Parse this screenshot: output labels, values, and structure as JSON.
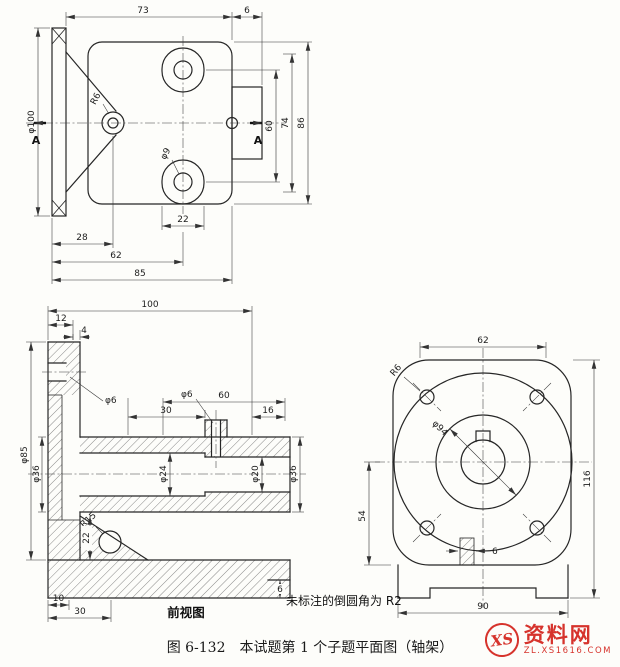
{
  "caption": "图 6-132　本试题第 1 个子题平面图（轴架）",
  "note": "未标注的倒圆角为 R2",
  "front_view_label": "前视图",
  "top_view": {
    "section_a_left": "A",
    "section_a_right": "A",
    "dims": {
      "w73": "73",
      "w6": "6",
      "h60": "60",
      "h74": "74",
      "h86": "86",
      "dia100": "φ100",
      "r6": "R6",
      "dia9": "φ9",
      "slot22": "22",
      "b28": "28",
      "b62": "62",
      "b85": "85"
    }
  },
  "front_view": {
    "dims": {
      "w100": "100",
      "w12": "12",
      "w4": "4",
      "m30": "30",
      "m60": "60",
      "m16": "16",
      "dia6_flange": "φ6",
      "dia6_boss": "φ6",
      "dia85": "φ85",
      "dia36_left": "φ36",
      "dia24": "φ24",
      "dia20": "φ20",
      "dia36_right": "φ36",
      "r15": "R15",
      "v22": "22",
      "b10": "10",
      "b30": "30",
      "t6": "6"
    }
  },
  "side_view": {
    "dims": {
      "t62": "62",
      "r6": "R6",
      "dia94": "φ94",
      "h116": "116",
      "h54": "54",
      "rib6": "6",
      "b90": "90"
    }
  },
  "watermark": {
    "monogram": "XS",
    "brand": "资料网",
    "url": "ZL.XS1616.COM"
  }
}
